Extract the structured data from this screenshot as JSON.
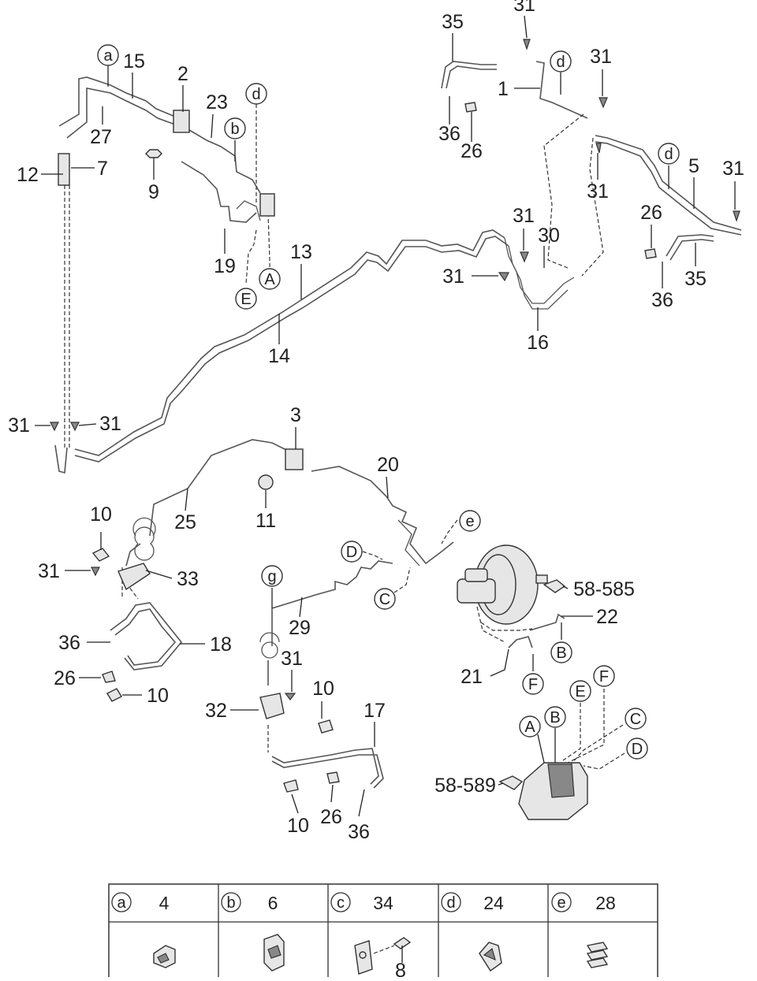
{
  "labels": [
    {
      "id": "l1",
      "text": "1"
    },
    {
      "id": "l2",
      "text": "2"
    },
    {
      "id": "l3",
      "text": "3"
    },
    {
      "id": "l5",
      "text": "5"
    },
    {
      "id": "l7",
      "text": "7"
    },
    {
      "id": "l9",
      "text": "9"
    },
    {
      "id": "l10a",
      "text": "10"
    },
    {
      "id": "l10b",
      "text": "10"
    },
    {
      "id": "l10c",
      "text": "10"
    },
    {
      "id": "l10d",
      "text": "10"
    },
    {
      "id": "l11",
      "text": "11"
    },
    {
      "id": "l12",
      "text": "12"
    },
    {
      "id": "l13",
      "text": "13"
    },
    {
      "id": "l14",
      "text": "14"
    },
    {
      "id": "l15",
      "text": "15"
    },
    {
      "id": "l16",
      "text": "16"
    },
    {
      "id": "l17",
      "text": "17"
    },
    {
      "id": "l18",
      "text": "18"
    },
    {
      "id": "l19",
      "text": "19"
    },
    {
      "id": "l20",
      "text": "20"
    },
    {
      "id": "l21",
      "text": "21"
    },
    {
      "id": "l22",
      "text": "22"
    },
    {
      "id": "l23",
      "text": "23"
    },
    {
      "id": "l25",
      "text": "25"
    },
    {
      "id": "l26a",
      "text": "26"
    },
    {
      "id": "l26b",
      "text": "26"
    },
    {
      "id": "l26c",
      "text": "26"
    },
    {
      "id": "l26d",
      "text": "26"
    },
    {
      "id": "l27",
      "text": "27"
    },
    {
      "id": "l29",
      "text": "29"
    },
    {
      "id": "l30",
      "text": "30"
    },
    {
      "id": "l31a",
      "text": "31"
    },
    {
      "id": "l31b",
      "text": "31"
    },
    {
      "id": "l31c",
      "text": "31"
    },
    {
      "id": "l31d",
      "text": "31"
    },
    {
      "id": "l31e",
      "text": "31"
    },
    {
      "id": "l31f",
      "text": "31"
    },
    {
      "id": "l31g",
      "text": "31"
    },
    {
      "id": "l31h",
      "text": "31"
    },
    {
      "id": "l31i",
      "text": "31"
    },
    {
      "id": "l31j",
      "text": "31"
    },
    {
      "id": "l32",
      "text": "32"
    },
    {
      "id": "l33",
      "text": "33"
    },
    {
      "id": "l35a",
      "text": "35"
    },
    {
      "id": "l35b",
      "text": "35"
    },
    {
      "id": "l36a",
      "text": "36"
    },
    {
      "id": "l36b",
      "text": "36"
    },
    {
      "id": "l36c",
      "text": "36"
    },
    {
      "id": "l36d",
      "text": "36"
    },
    {
      "id": "lref1",
      "text": "58-585"
    },
    {
      "id": "lref2",
      "text": "58-589"
    }
  ],
  "callouts": [
    {
      "id": "ca",
      "text": "a"
    },
    {
      "id": "cb",
      "text": "b"
    },
    {
      "id": "cd1",
      "text": "d"
    },
    {
      "id": "cd2",
      "text": "d"
    },
    {
      "id": "cd3",
      "text": "d"
    },
    {
      "id": "ce",
      "text": "e"
    },
    {
      "id": "cg",
      "text": "g"
    },
    {
      "id": "cA1",
      "text": "A"
    },
    {
      "id": "cE1",
      "text": "E"
    },
    {
      "id": "cD1",
      "text": "D"
    },
    {
      "id": "cC1",
      "text": "C"
    },
    {
      "id": "cB1",
      "text": "B"
    },
    {
      "id": "cF1",
      "text": "F"
    },
    {
      "id": "cA2",
      "text": "A"
    },
    {
      "id": "cB2",
      "text": "B"
    },
    {
      "id": "cE2",
      "text": "E"
    },
    {
      "id": "cF2",
      "text": "F"
    },
    {
      "id": "cC2",
      "text": "C"
    },
    {
      "id": "cD2",
      "text": "D"
    }
  ],
  "legend_table": [
    {
      "letter": "a",
      "part": "4"
    },
    {
      "letter": "b",
      "part": "6"
    },
    {
      "letter": "c",
      "part": "34",
      "sub": "8"
    },
    {
      "letter": "d",
      "part": "24"
    },
    {
      "letter": "e",
      "part": "28"
    }
  ]
}
